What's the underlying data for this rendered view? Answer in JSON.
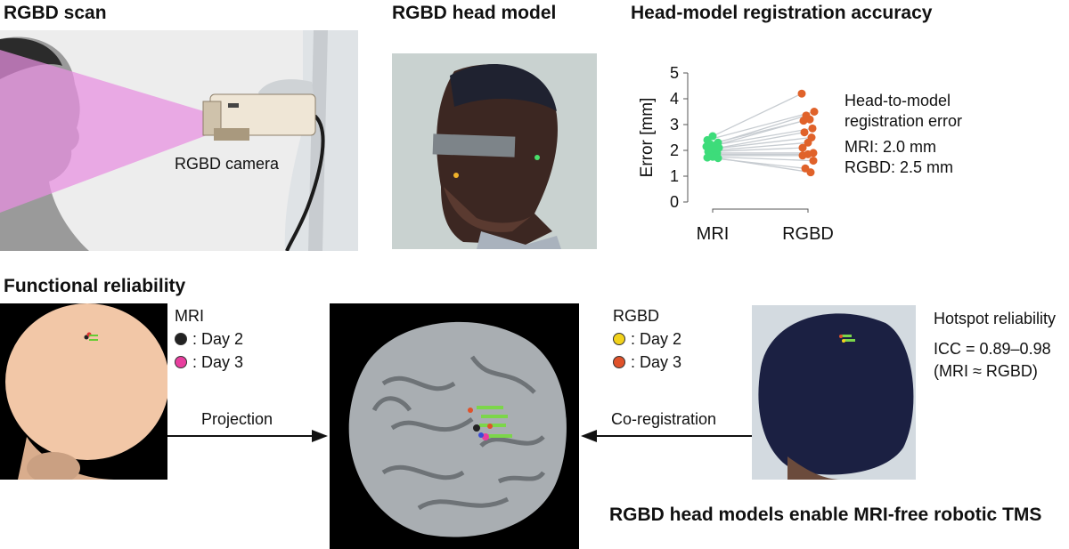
{
  "headings": {
    "rgbd_scan": "RGBD scan",
    "head_model": "RGBD head model",
    "accuracy": "Head-model registration accuracy",
    "functional": "Functional reliability",
    "conclusion": "RGBD head models enable MRI-free robotic TMS"
  },
  "scan": {
    "camera_label": "RGBD camera"
  },
  "chart_data": {
    "type": "scatter",
    "ylabel": "Error [mm]",
    "ylim": [
      0,
      5
    ],
    "yticks": [
      0,
      1,
      2,
      3,
      4,
      5
    ],
    "categories": [
      "MRI",
      "RGBD"
    ],
    "colors": {
      "MRI": "#3ddc7a",
      "RGBD": "#e0622a",
      "lines": "#c7ccd1"
    },
    "pairs": [
      [
        2.55,
        4.2
      ],
      [
        2.4,
        3.5
      ],
      [
        2.3,
        3.35
      ],
      [
        2.25,
        3.2
      ],
      [
        2.2,
        3.15
      ],
      [
        2.15,
        2.85
      ],
      [
        2.1,
        2.7
      ],
      [
        2.05,
        2.5
      ],
      [
        2.0,
        2.3
      ],
      [
        1.95,
        2.1
      ],
      [
        1.9,
        1.9
      ],
      [
        1.85,
        1.85
      ],
      [
        1.8,
        1.8
      ],
      [
        1.75,
        1.6
      ],
      [
        1.72,
        1.3
      ],
      [
        1.7,
        1.15
      ]
    ],
    "annotation": {
      "title_line1": "Head-to-model",
      "title_line2": "registration error",
      "mri": "MRI: 2.0 mm",
      "rgbd": "RGBD: 2.5 mm"
    }
  },
  "mri_legend": {
    "title": "MRI",
    "day2": ": Day 2",
    "day3": ": Day 3",
    "day2_color": "#222222",
    "day3_color": "#e83e9e"
  },
  "rgbd_legend": {
    "title": "RGBD",
    "day2": ": Day 2",
    "day3": ": Day 3",
    "day2_color": "#f2d21b",
    "day3_color": "#e0522a"
  },
  "arrows": {
    "left": "Projection",
    "right": "Co-registration"
  },
  "hotspot": {
    "title": "Hotspot reliability",
    "icc": "ICC = 0.89–0.98",
    "note": "(MRI ≈ RGBD)"
  }
}
